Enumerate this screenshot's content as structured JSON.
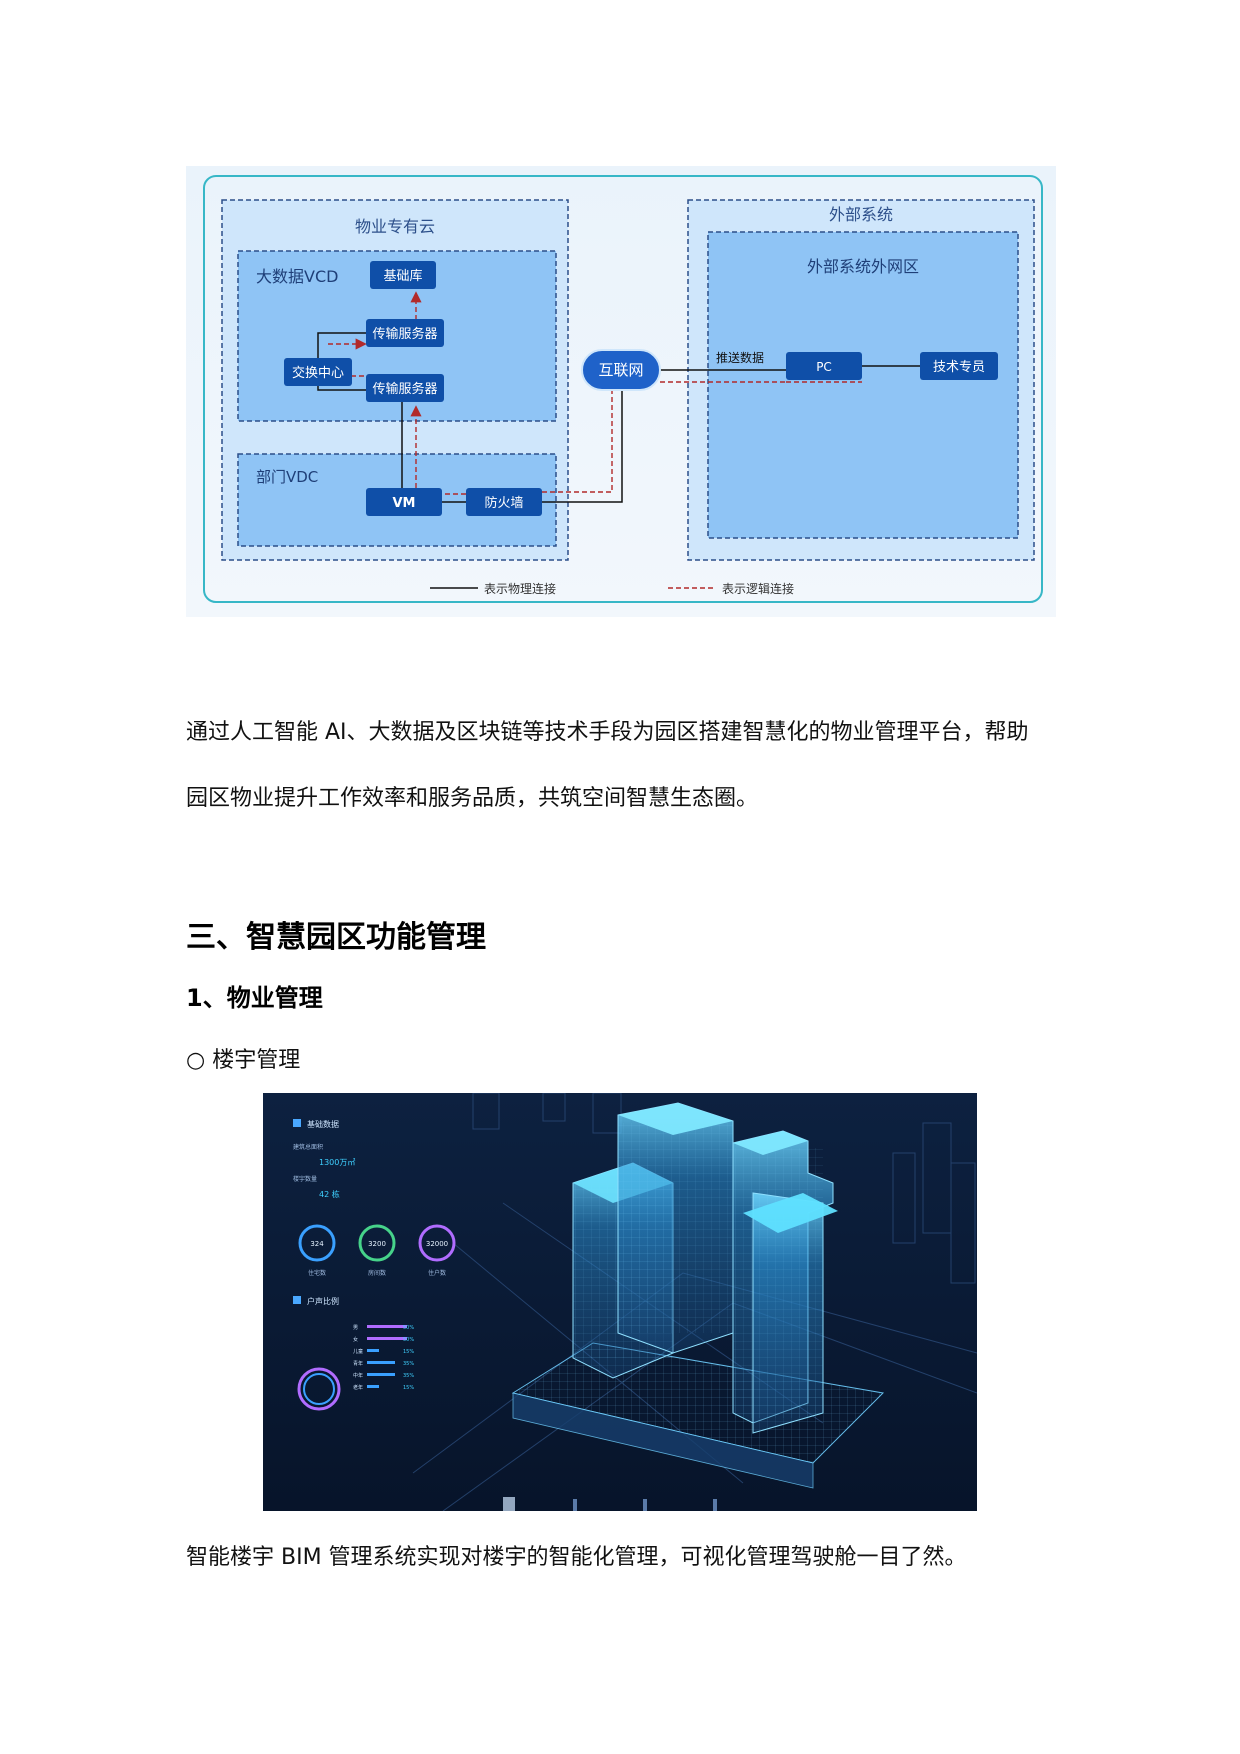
{
  "diagram": {
    "cloud_title": "物业专有云",
    "bigdata_zone": "大数据VCD",
    "dept_zone": "部门VDC",
    "external_title": "外部系统",
    "external_zone": "外部系统外网区",
    "nodes": {
      "database": "基础库",
      "transfer_server_1": "传输服务器",
      "transfer_server_2": "传输服务器",
      "exchange_center": "交换中心",
      "vm": "VM",
      "firewall": "防火墙",
      "internet": "互联网",
      "pc": "PC",
      "tech_staff": "技术专员"
    },
    "push_label": "推送数据",
    "legend": {
      "physical": "表示物理连接",
      "logical": "表示逻辑连接"
    }
  },
  "intro": {
    "line1": "通过人工智能 AI、大数据及区块链等技术手段为园区搭建智慧化的物业管理平台，帮助",
    "line2": "园区物业提升工作效率和服务品质，共筑空间智慧生态圈。"
  },
  "section_title": "三、智慧园区功能管理",
  "subsection_title": "1、物业管理",
  "bullet": {
    "symbol": "○",
    "text": "楼宇管理"
  },
  "dashboard": {
    "panel1_title": "基础数据",
    "area_label": "建筑总面积",
    "area_value": "1300万㎡",
    "building_label": "楼宇数量",
    "building_value": "42 栋",
    "rings": [
      {
        "value": "324",
        "label": "住宅数",
        "color": "#3aa0ff"
      },
      {
        "value": "3200",
        "label": "房间数",
        "color": "#46d38a"
      },
      {
        "value": "32000",
        "label": "住户数",
        "color": "#b06cff"
      }
    ],
    "panel2_title": "户声比例",
    "stats": [
      {
        "label": "男",
        "pct": "50%"
      },
      {
        "label": "女",
        "pct": "50%"
      },
      {
        "label": "儿童",
        "pct": "15%"
      },
      {
        "label": "青年",
        "pct": "35%"
      },
      {
        "label": "中年",
        "pct": "35%"
      },
      {
        "label": "老年",
        "pct": "15%"
      }
    ]
  },
  "caption": "智能楼宇 BIM 管理系统实现对楼宇的智能化管理，可视化管理驾驶舱一目了然。",
  "colors": {
    "node_fill": "#0f4fa8",
    "zone_fill": "#8fc4f5",
    "outer_zone": "#cfe6fb",
    "logical_line": "#b22a2a",
    "accent_glow": "#3fd0ff"
  }
}
